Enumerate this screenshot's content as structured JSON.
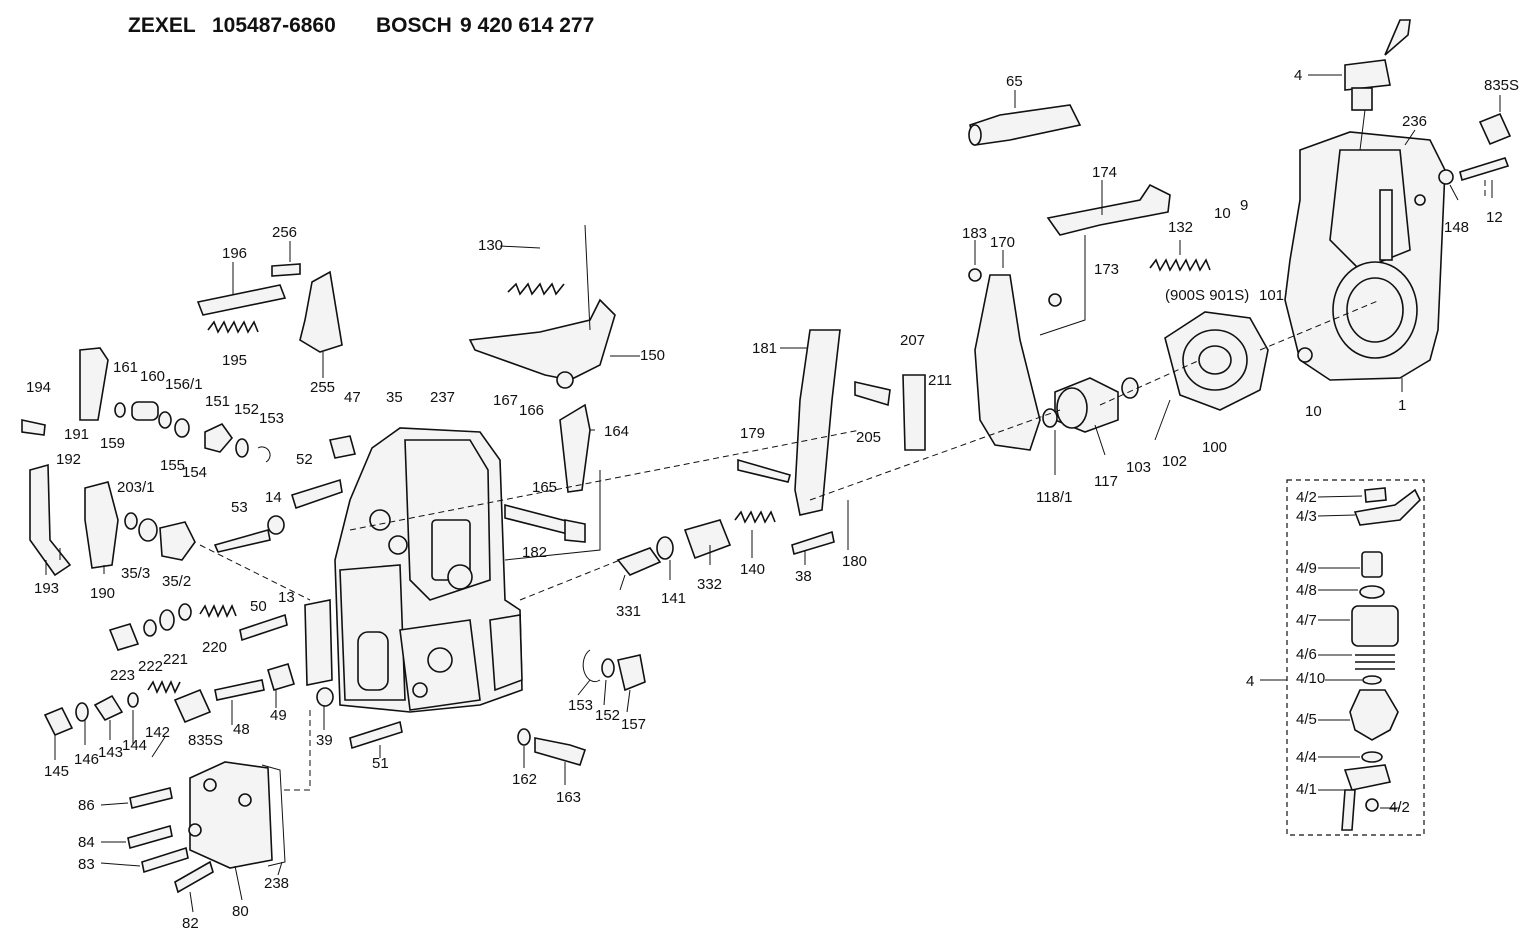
{
  "header": {
    "maker1": "ZEXEL",
    "part1": "105487-6860",
    "maker2": "BOSCH",
    "part2": "9 420 614 277"
  },
  "labels": {
    "l4": "4",
    "l65": "65",
    "l835s_top": "835S",
    "l236": "236",
    "l148": "148",
    "l12": "12",
    "l9": "9",
    "l10a": "10",
    "l10b": "10",
    "l132": "132",
    "l174": "174",
    "l173": "173",
    "l183": "183",
    "l170": "170",
    "l900s": "(900S 901S)",
    "l101": "101",
    "l1": "1",
    "l130": "130",
    "l150": "150",
    "l196": "196",
    "l256": "256",
    "l195": "195",
    "l255": "255",
    "l181": "181",
    "l207": "207",
    "l211": "211",
    "l205": "205",
    "l100": "100",
    "l102": "102",
    "l103": "103",
    "l117": "117",
    "l118_1": "118/1",
    "l194": "194",
    "l191": "191",
    "l161": "161",
    "l160": "160",
    "l156_1": "156/1",
    "l159": "159",
    "l151": "151",
    "l152a": "152",
    "l153a": "153",
    "l155": "155",
    "l154": "154",
    "l47": "47",
    "l35": "35",
    "l237": "237",
    "l167": "167",
    "l166": "166",
    "l164": "164",
    "l165": "165",
    "l179": "179",
    "l192": "192",
    "l203_1": "203/1",
    "l52": "52",
    "l14": "14",
    "l53": "53",
    "l182": "182",
    "l180": "180",
    "l193": "193",
    "l190": "190",
    "l35_3": "35/3",
    "l35_2": "35/2",
    "l331": "331",
    "l141": "141",
    "l332": "332",
    "l140": "140",
    "l38": "38",
    "l50": "50",
    "l13": "13",
    "l220": "220",
    "l223": "223",
    "l222": "222",
    "l221": "221",
    "l142": "142",
    "l144": "144",
    "l835s_bot": "835S",
    "l48": "48",
    "l49": "49",
    "l39": "39",
    "l153b": "153",
    "l152b": "152",
    "l157": "157",
    "l145": "145",
    "l146": "146",
    "l143": "143",
    "l51": "51",
    "l162": "162",
    "l163": "163",
    "l86": "86",
    "l84": "84",
    "l83": "83",
    "l82": "82",
    "l80": "80",
    "l238": "238",
    "l4_2a": "4/2",
    "l4_3": "4/3",
    "l4_9": "4/9",
    "l4_8": "4/8",
    "l4_7": "4/7",
    "l4_6": "4/6",
    "l4_box": "4",
    "l4_10": "4/10",
    "l4_5": "4/5",
    "l4_4": "4/4",
    "l4_1": "4/1",
    "l4_2b": "4/2"
  }
}
